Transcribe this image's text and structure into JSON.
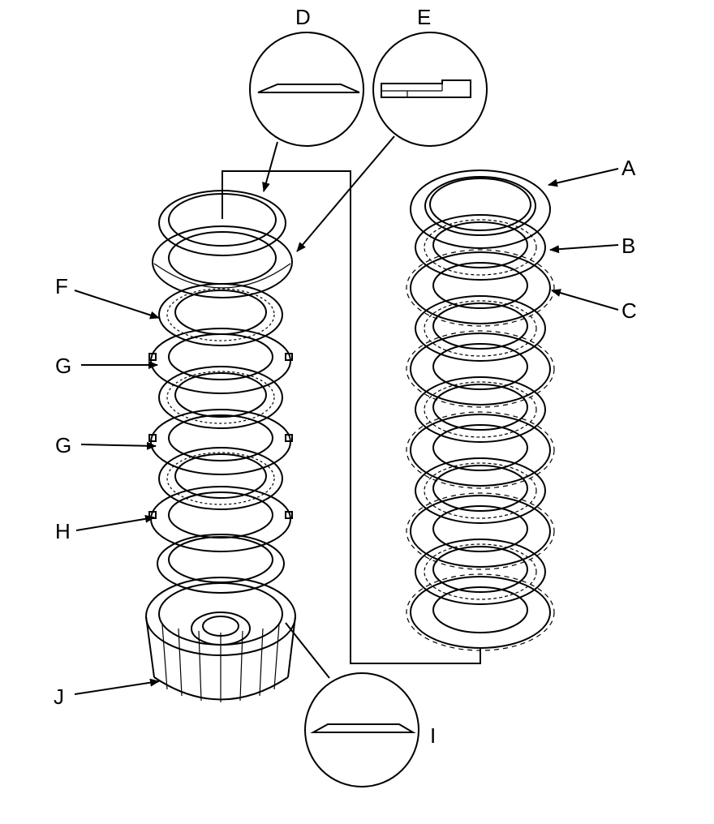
{
  "labels": {
    "A": "A",
    "B": "B",
    "C": "C",
    "D": "D",
    "E": "E",
    "F": "F",
    "G1": "G",
    "G2": "G",
    "H": "H",
    "I": "I",
    "J": "J"
  },
  "colors": {
    "line": "#000000",
    "background": "#ffffff"
  }
}
